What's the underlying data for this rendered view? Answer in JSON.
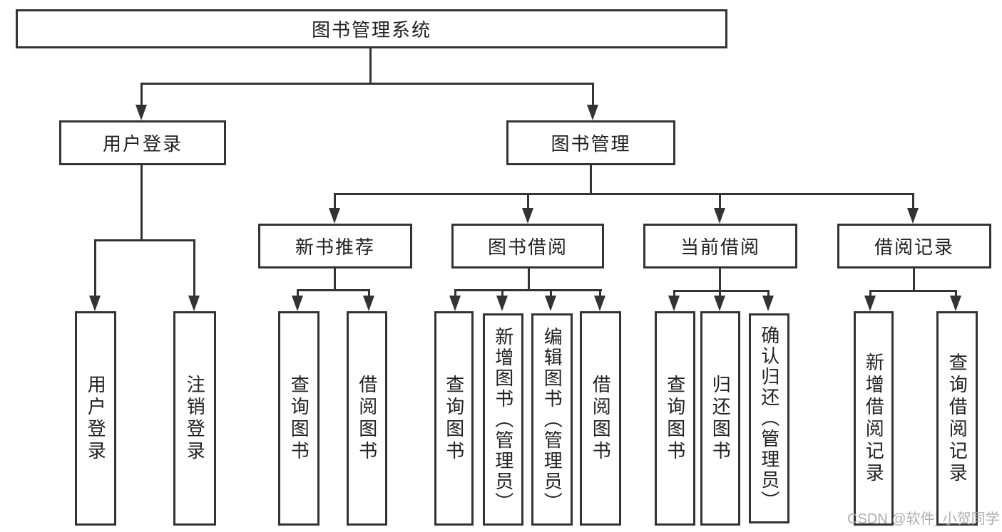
{
  "tree": {
    "label": "图书管理系统",
    "children": [
      {
        "label": "用户登录",
        "children": [
          {
            "label": "用户登录"
          },
          {
            "label": "注销登录"
          }
        ]
      },
      {
        "label": "图书管理",
        "children": [
          {
            "label": "新书推荐",
            "children": [
              {
                "label": "查询图书"
              },
              {
                "label": "借阅图书"
              }
            ]
          },
          {
            "label": "图书借阅",
            "children": [
              {
                "label": "查询图书"
              },
              {
                "label": "新增图书（管理员）"
              },
              {
                "label": "编辑图书（管理员）"
              },
              {
                "label": "借阅图书"
              }
            ]
          },
          {
            "label": "当前借阅",
            "children": [
              {
                "label": "查询图书"
              },
              {
                "label": "归还图书"
              },
              {
                "label": "确认归还（管理员）"
              }
            ]
          },
          {
            "label": "借阅记录",
            "children": [
              {
                "label": "新增借阅记录"
              },
              {
                "label": "查询借阅记录"
              }
            ]
          }
        ]
      }
    ]
  },
  "watermark": {
    "text": "CSDN @软件_小贺同学"
  },
  "colors": {
    "line": "#333333",
    "box_border": "#333333",
    "text": "#222222",
    "watermark": "#a8a8a8",
    "background": "#ffffff"
  }
}
